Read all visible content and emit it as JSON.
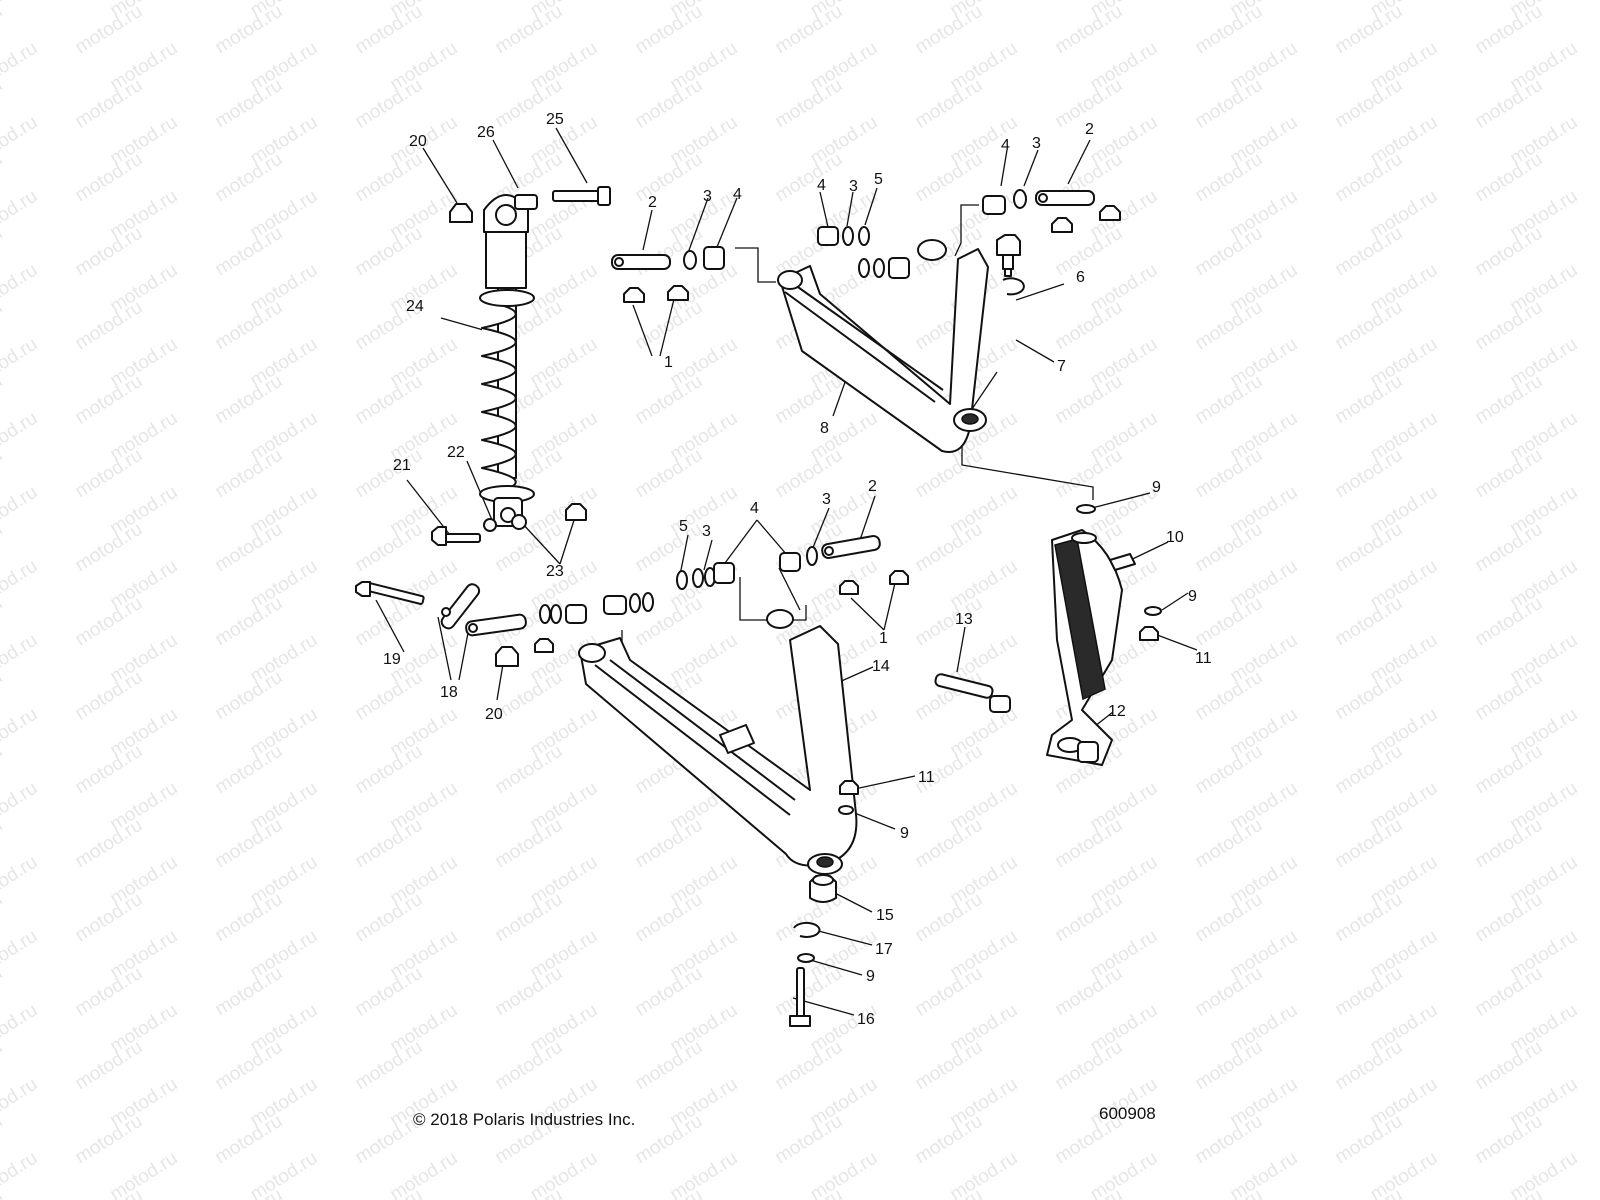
{
  "watermark": "motod.ru",
  "copyright": "© 2018 Polaris Industries Inc.",
  "diagram_number": "600908",
  "callout_labels": [
    "20",
    "26",
    "25",
    "2",
    "3",
    "4",
    "4",
    "3",
    "5",
    "4",
    "3",
    "2",
    "6",
    "7",
    "1",
    "24",
    "8",
    "22",
    "21",
    "23",
    "9",
    "10",
    "9",
    "11",
    "5",
    "3",
    "4",
    "3",
    "2",
    "19",
    "18",
    "20",
    "1",
    "13",
    "14",
    "12",
    "11",
    "9",
    "15",
    "17",
    "9",
    "16"
  ]
}
